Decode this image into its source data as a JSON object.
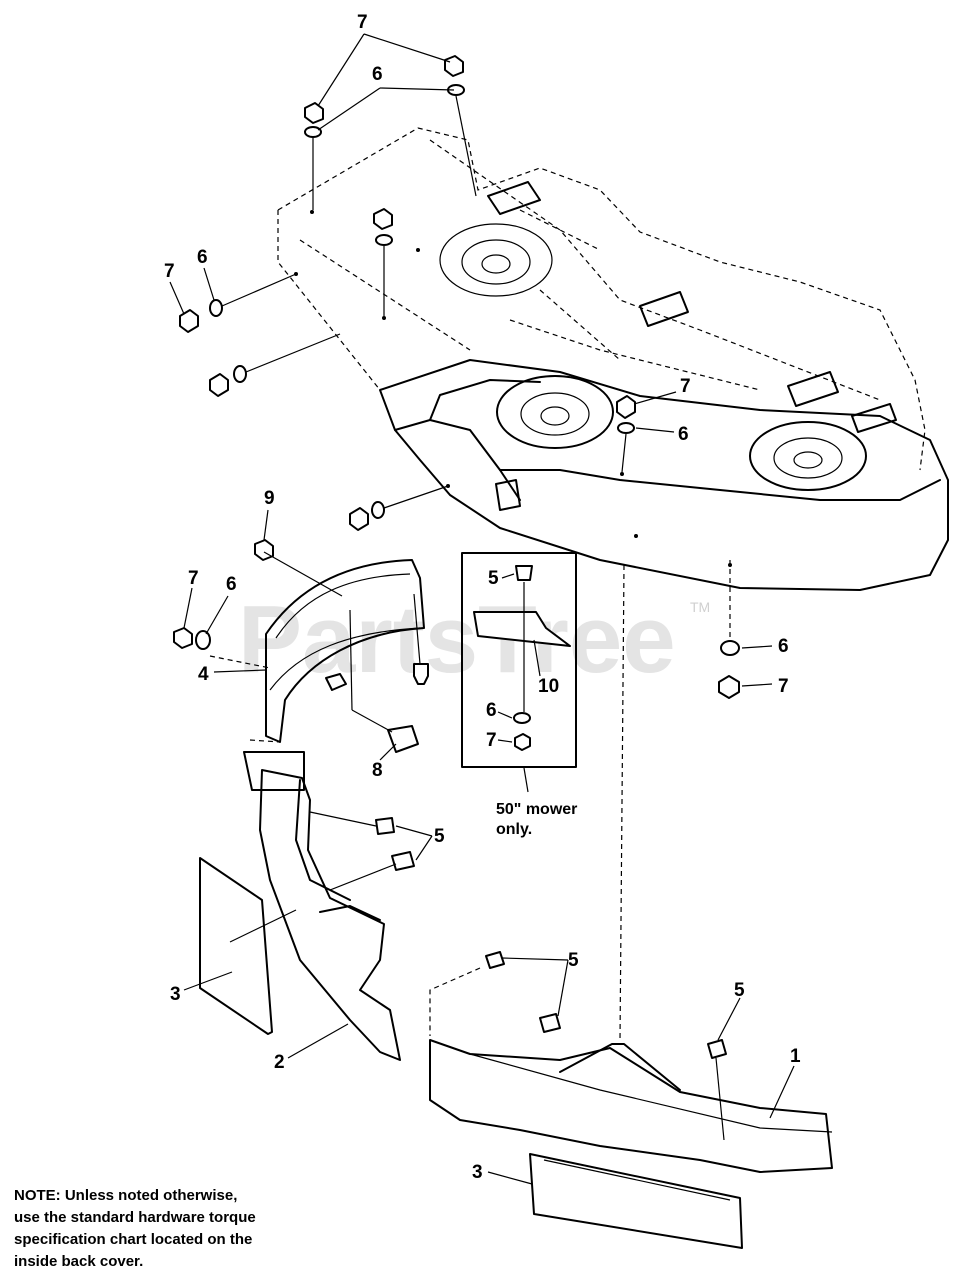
{
  "watermark": {
    "text": "PartsTree",
    "tm": "TM"
  },
  "callouts": {
    "c7_top": "7",
    "c6_top": "6",
    "c6_left": "6",
    "c7_left": "7",
    "c7_mid": "7",
    "c6_mid": "6",
    "c9": "9",
    "c7_shield": "7",
    "c6_shield": "6",
    "c4": "4",
    "c8": "8",
    "c5_box": "5",
    "c10": "10",
    "c6_box": "6",
    "c7_box": "7",
    "c6_right": "6",
    "c7_right": "7",
    "c5_chute": "5",
    "c5_baffle_a": "5",
    "c5_baffle_b": "5",
    "c3_left": "3",
    "c2": "2",
    "c1": "1",
    "c3_bottom": "3"
  },
  "mower_note": {
    "line1": "50\" mower",
    "line2": "only."
  },
  "note": {
    "line1": "NOTE: Unless noted otherwise,",
    "line2": "use the standard hardware torque",
    "line3": "specification chart located on the",
    "line4": "inside back cover."
  }
}
